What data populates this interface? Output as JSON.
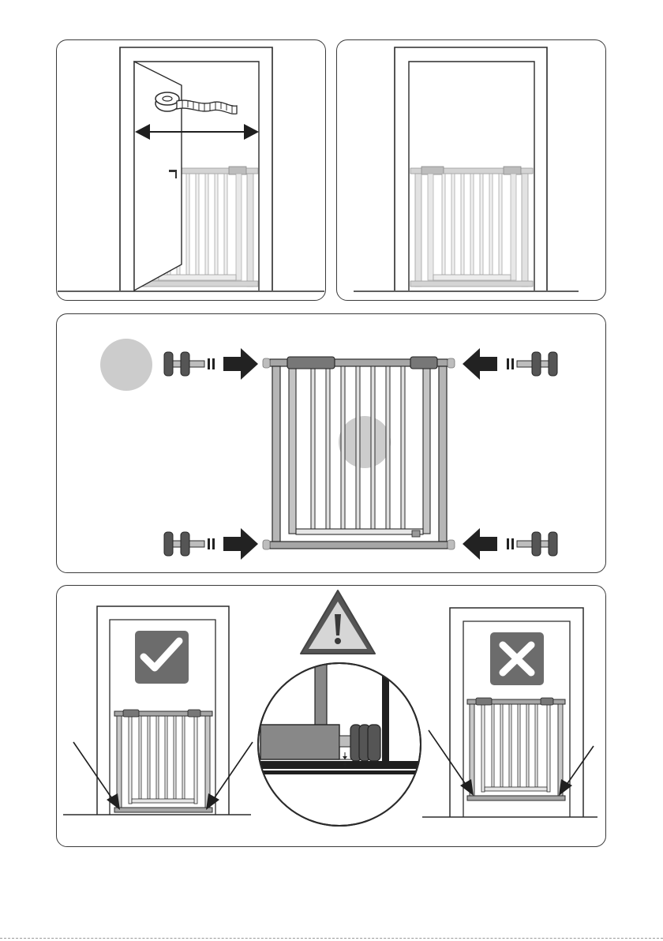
{
  "manual": {
    "steps": [
      "measure-opening",
      "check-fit",
      "attach-pressure-spindles",
      "verify-installation"
    ],
    "colors": {
      "line": "#2b2b2b",
      "gate_light": "#d2d2d2",
      "gate_mid": "#9a9a9a",
      "badge": "#cccccc",
      "check_bg": "#6c6c6c",
      "warning_bg": "#555555",
      "warning_face": "#d6d6d6"
    },
    "icons": [
      "tape-measure-icon",
      "double-arrow-icon",
      "spindle-icon",
      "push-arrow-icon",
      "warning-triangle-icon",
      "check-mark-icon",
      "cross-mark-icon"
    ]
  }
}
